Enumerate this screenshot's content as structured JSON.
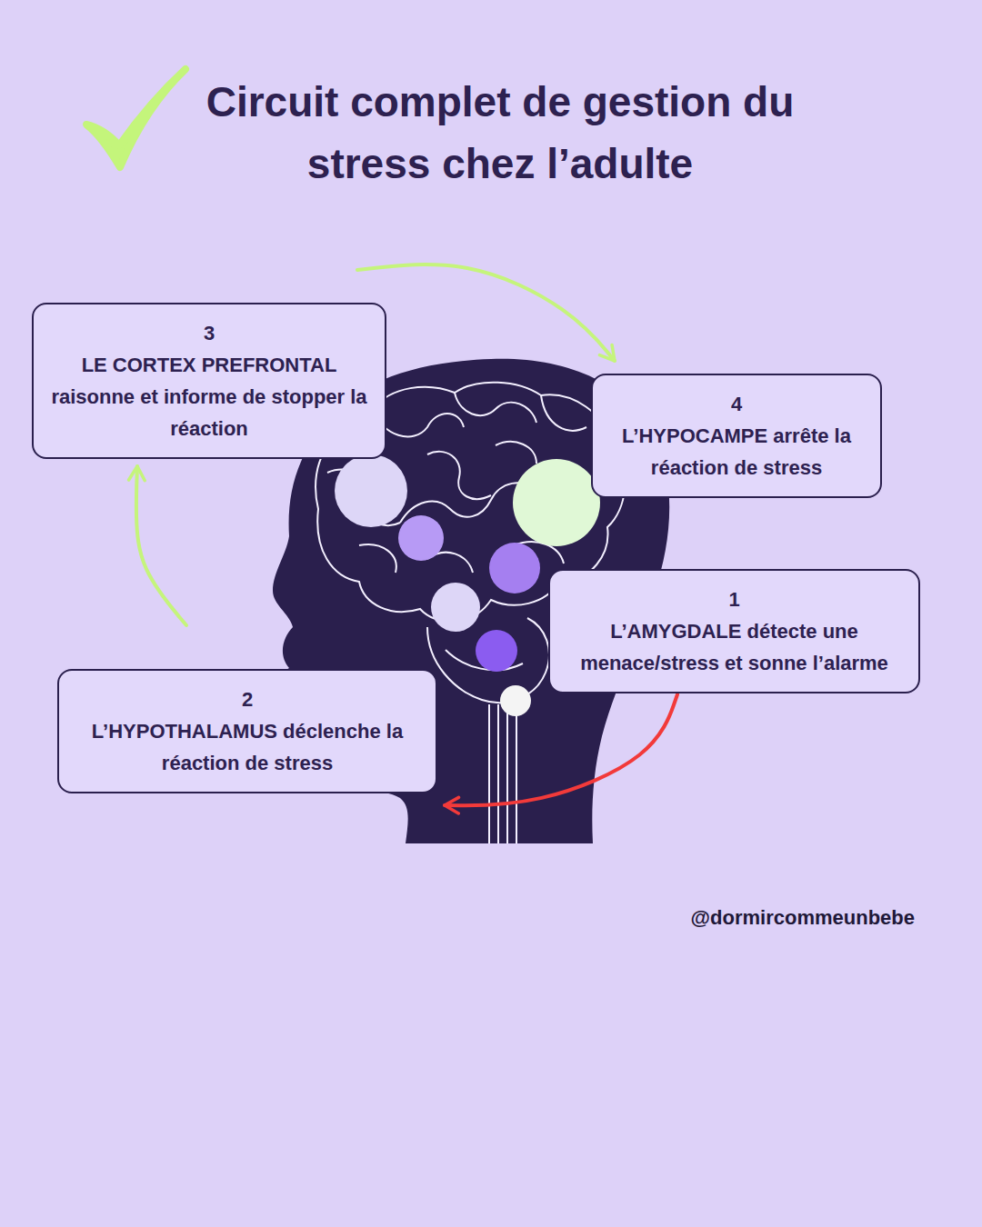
{
  "diagram": {
    "title": "Circuit complet de gestion du stress chez l’adulte",
    "nodes": [
      {
        "text": [
          "1",
          "L’AMYGDALE détecte une menace/stress et sonne l’alarme"
        ]
      },
      {
        "text": [
          "2",
          "L’HYPOTHALAMUS déclenche la réaction de stress"
        ]
      },
      {
        "text": [
          "3",
          "LE CORTEX PREFRONTAL raisonne et informe de stopper la réaction"
        ]
      },
      {
        "text": [
          "4",
          "L’HYPOCAMPE arrête la réaction de stress"
        ]
      }
    ],
    "edges": [
      {
        "from": 0,
        "to": 1,
        "arrow": "to"
      },
      {
        "from": 1,
        "to": 2,
        "arrow": "to"
      },
      {
        "from": 2,
        "to": 3,
        "arrow": "to"
      }
    ],
    "labels": [
      "@dormircommeunbebe"
    ]
  }
}
